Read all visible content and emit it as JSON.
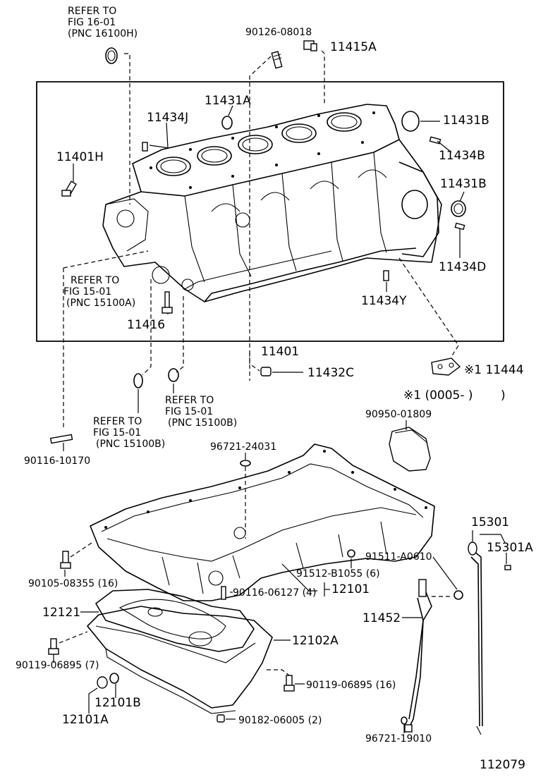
{
  "diagram": {
    "frame_label": "11401",
    "figure_number": "112079",
    "labels": {
      "refer_161": [
        "REFER TO",
        "FIG 16-01",
        "(PNC 16100H)"
      ],
      "refer_151a": [
        "REFER TO",
        "FIG 15-01",
        "(PNC 15100A)"
      ],
      "refer_151b_right": [
        "REFER TO",
        "FIG 15-01",
        "(PNC 15100B)"
      ],
      "refer_151b_left": [
        "REFER TO",
        "FIG 15-01",
        "(PNC 15100B)"
      ],
      "p90126": "90126-08018",
      "p11415a": "11415A",
      "p11431a": "11431A",
      "p11434j": "11434J",
      "p11431b_top": "11431B",
      "p11401h": "11401H",
      "p11434b": "11434B",
      "p11431b_mid": "11431B",
      "p11434d": "11434D",
      "p11434y": "11434Y",
      "p11416": "11416",
      "p11401": "11401",
      "p11432c": "11432C",
      "p11444": "※1 11444",
      "note_0005": "※1 (0005-        )",
      "p90950": "90950-01809",
      "p96721_24031": "96721-24031",
      "p90116_10170": "90116-10170",
      "p15301": "15301",
      "p15301a": "15301A",
      "p90105": "90105-08355 (16)",
      "p91511": "91511-A0610",
      "p91512": "91512-B1055 (6)",
      "p90116_06127": "90116-06127 (4)",
      "p12101": "12101",
      "p12121": "12121",
      "p11452": "11452",
      "p12102a": "12102A",
      "p90119_7": "90119-06895 (7)",
      "p90119_16": "90119-06895 (16)",
      "p12101b": "12101B",
      "p12101a": "12101A",
      "p90182": "90182-06005 (2)",
      "p96721_19010": "96721-19010"
    }
  }
}
